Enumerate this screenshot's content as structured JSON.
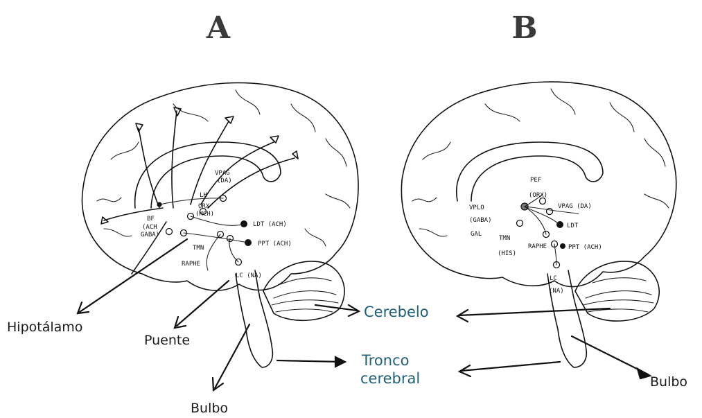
{
  "panels": [
    {
      "letter": "A",
      "nuclei": [
        {
          "label": "VPAG"
        },
        {
          "label": "(DA)"
        },
        {
          "label": "LH"
        },
        {
          "label": "ORX"
        },
        {
          "label": "(MCH)"
        },
        {
          "label": "BF"
        },
        {
          "label": "(ACH"
        },
        {
          "label": "GABA)"
        },
        {
          "label": "TMN"
        },
        {
          "label": "RAPHE"
        },
        {
          "label": "LDT (ACH)"
        },
        {
          "label": "PPT (ACH)"
        },
        {
          "label": "LC (NA)"
        }
      ]
    },
    {
      "letter": "B",
      "nuclei": [
        {
          "label": "PEF"
        },
        {
          "label": "(ORX)"
        },
        {
          "label": "VPLO"
        },
        {
          "label": "(GABA)"
        },
        {
          "label": "GAL"
        },
        {
          "label": "VPAG (DA)"
        },
        {
          "label": "LDT"
        },
        {
          "label": "TMN"
        },
        {
          "label": "(HIS)"
        },
        {
          "label": "RAPHE"
        },
        {
          "label": "PPT (ACH)"
        },
        {
          "label": "LC"
        },
        {
          "label": "(NA)"
        }
      ]
    }
  ],
  "annotations": {
    "hipotalamo": "Hipotálamo",
    "puente": "Puente",
    "bulbo_a": "Bulbo",
    "cerebelo": "Cerebelo",
    "tronco_1": "Tronco",
    "tronco_2": "cerebral",
    "bulbo_b": "Bulbo"
  },
  "colors": {
    "ink": "#111111",
    "label_blue": "#1f5f7a",
    "letter_gray": "#3a3a3a"
  }
}
